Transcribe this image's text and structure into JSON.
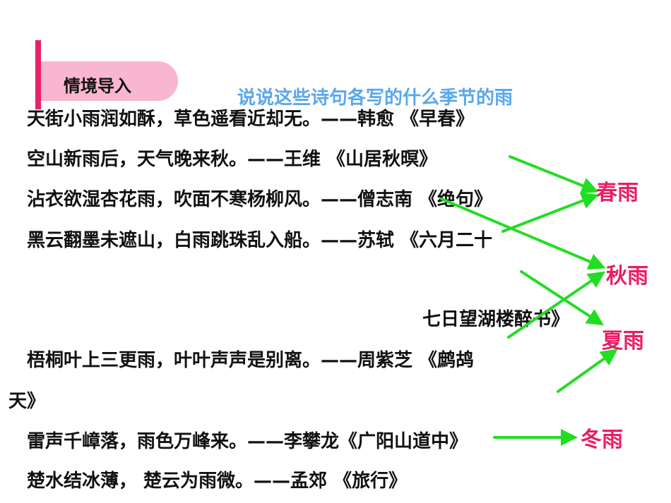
{
  "header": {
    "label": "情境导入",
    "prompt": "说说这些诗句各写的什么季节的雨"
  },
  "poems": [
    "天街小雨润如酥，草色遥看近却无。——韩愈 《早春》",
    "空山新雨后，天气晚来秋。——王维 《山居秋暝》",
    "沾衣欲湿杏花雨，吹面不寒杨柳风。——僧志南 《绝句》",
    "黑云翻墨未遮山，白雨跳珠乱入船。——苏轼 《六月二十",
    "七日望湖楼醉书》",
    "梧桐叶上三更雨，叶叶声声是别离。——周紫芝 《鹧鸪",
    "天》",
    "雷声千嶂落，雨色万峰来。——李攀龙《广阳山道中》",
    "楚水结冰薄， 楚云为雨微。——孟郊 《旅行》"
  ],
  "seasons": {
    "spring": "春雨",
    "autumn": "秋雨",
    "summer": "夏雨",
    "winter": "冬雨"
  },
  "colors": {
    "accent": "#e8216a",
    "pill": "#f9b6cf",
    "prompt": "#5aa7ee",
    "season": "#e91e63",
    "arrow": "#22dd22"
  }
}
